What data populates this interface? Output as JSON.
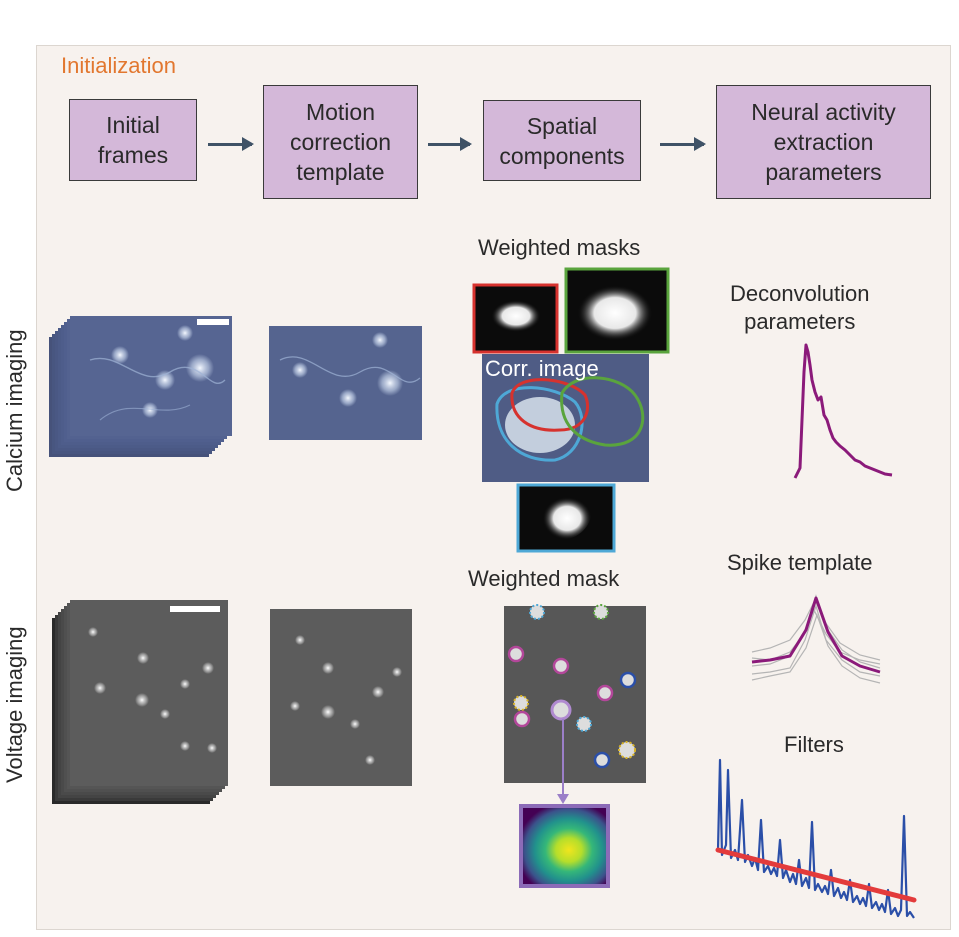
{
  "section": {
    "title": "Initialization"
  },
  "pipeline": {
    "steps": [
      {
        "label": "Initial\nframes"
      },
      {
        "label": "Motion\ncorrection\ntemplate"
      },
      {
        "label": "Spatial\ncomponents"
      },
      {
        "label": "Neural activity\nextraction\nparameters"
      }
    ]
  },
  "rows": {
    "calcium": "Calcium imaging",
    "voltage": "Voltage imaging"
  },
  "calcium": {
    "masks_title": "Weighted masks",
    "corr_label": "Corr. image",
    "param_title": "Deconvolution\nparameters"
  },
  "voltage": {
    "mask_title": "Weighted mask",
    "spike_title": "Spike template",
    "filters_title": "Filters"
  },
  "colors": {
    "box_fill": "#d4b8d9",
    "arrow": "#3f5266",
    "accent": "#e2772f",
    "trace_purple": "#8b1a7a",
    "mask_red": "#d6322e",
    "mask_green": "#5aa43d",
    "mask_blue": "#4ea8d6",
    "filter_blue": "#2b4fa8",
    "filter_red": "#e33b3b"
  }
}
